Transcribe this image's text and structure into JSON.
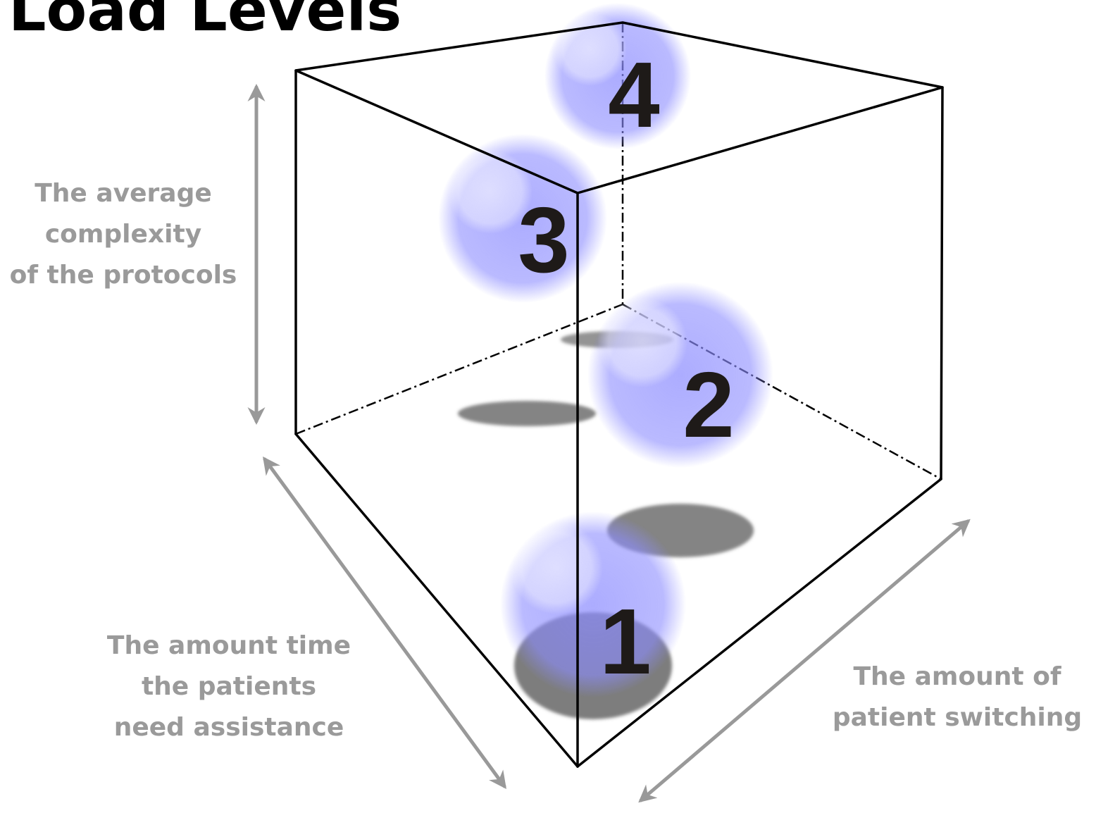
{
  "title": "Load Levels",
  "axes": {
    "vertical": {
      "lines": [
        "The average",
        "complexity",
        "of the protocols"
      ]
    },
    "depth": {
      "lines": [
        "The amount time",
        "the patients",
        "need assistance"
      ]
    },
    "width": {
      "lines": [
        "The amount of",
        "patient switching"
      ]
    }
  },
  "levels": [
    "1",
    "2",
    "3",
    "4"
  ],
  "colors": {
    "sphere": "#8c8cff",
    "sphere_highlight": "#e6e6ff",
    "shadow": "#666666",
    "axis_arrow": "#999999",
    "cube_edge": "#000000",
    "label_text": "#9a9a9a"
  }
}
